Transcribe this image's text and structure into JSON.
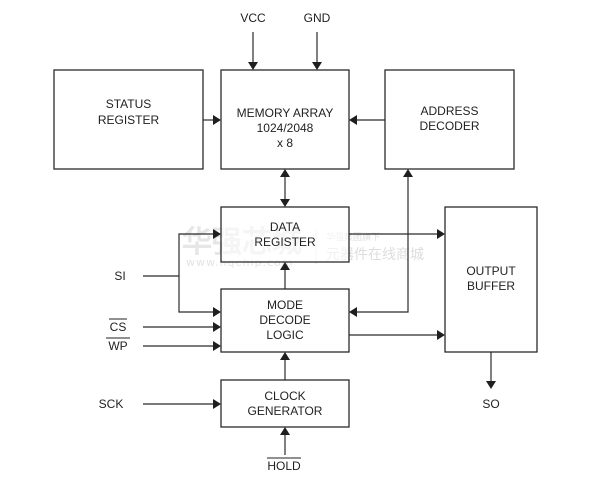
{
  "diagram": {
    "title": "Serial EEPROM block diagram",
    "blocks": {
      "status_register": [
        "STATUS",
        "REGISTER"
      ],
      "memory_array": [
        "MEMORY ARRAY",
        "1024/2048",
        "x 8"
      ],
      "address_decoder": [
        "ADDRESS",
        "DECODER"
      ],
      "data_register": [
        "DATA",
        "REGISTER"
      ],
      "mode_decode_logic": [
        "MODE",
        "DECODE",
        "LOGIC"
      ],
      "clock_generator": [
        "CLOCK",
        "GENERATOR"
      ],
      "output_buffer": [
        "OUTPUT",
        "BUFFER"
      ]
    },
    "pins": {
      "vcc": "VCC",
      "gnd": "GND",
      "si": "SI",
      "cs": "CS",
      "wp": "WP",
      "sck": "SCK",
      "hold": "HOLD",
      "so": "SO"
    },
    "active_low_pins": [
      "CS",
      "WP",
      "HOLD"
    ]
  },
  "watermark": {
    "logo": "华强芯城",
    "url": "www.hqchip.com",
    "line1": "华强集团旗下",
    "line2": "元器件在线商城"
  }
}
